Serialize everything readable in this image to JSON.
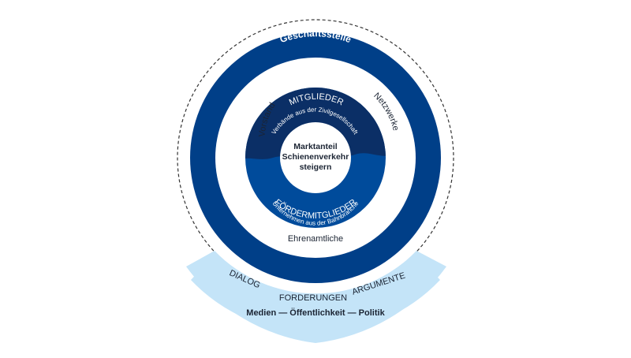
{
  "colors": {
    "outer_ring": "#003f88",
    "inner_top": "#0b2f66",
    "inner_bottom": "#004b9b",
    "public_band": "#c4e4f8",
    "white": "#ffffff",
    "dark_text": "#1b2433",
    "dashed_outline": "#333333"
  },
  "outer_ring": {
    "top_label": "Geschäftsstelle"
  },
  "inner_ring": {
    "left_label": "Vorstand",
    "right_label": "Netzwerke",
    "bottom_label": "Ehrenamtliche"
  },
  "members": {
    "title": "MITGLIEDER",
    "subtitle": "Verbände aus der Zivilgesellschaft"
  },
  "supporting_members": {
    "title": "FÖRDERMITGLIEDER",
    "subtitle": "Unternehmen aus der Bahnbranche"
  },
  "center": {
    "line1": "Marktanteil",
    "line2": "Schienenverkehr",
    "line3": "steigern"
  },
  "public_band": {
    "words": [
      "DIALOG",
      "FORDERUNGEN",
      "ARGUMENTE"
    ],
    "audience": "Medien — Öffentlichkeit — Politik"
  }
}
